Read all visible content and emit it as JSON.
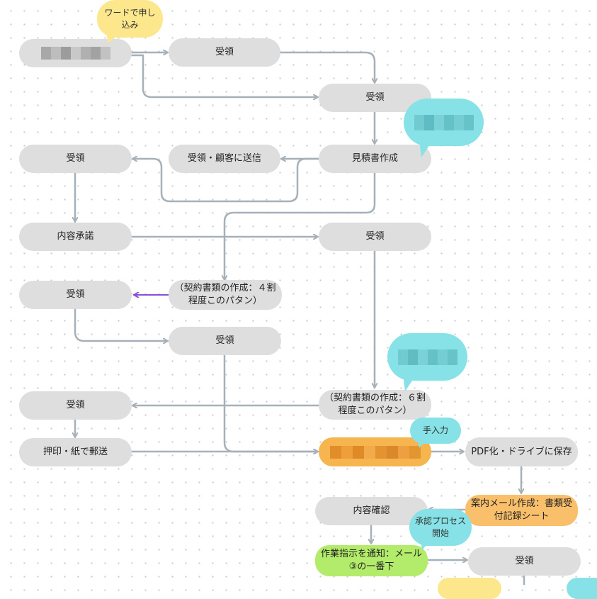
{
  "colors": {
    "node_gray": "#dedede",
    "node_orange": "#f6b54e",
    "node_lightorange": "#f9bf6a",
    "node_green": "#b3ec6a",
    "bubble_yellow": "#fde78c",
    "bubble_cyan": "#86e2e6",
    "edge": "#a6b0b8",
    "edge_purple": "#8a4fd6"
  },
  "nodes": {
    "start": "",
    "receive_1": "受領",
    "receive_2": "受領",
    "estimate": "見積書作成",
    "receive_send": "受領・顧客に送信",
    "receive_left": "受領",
    "content_approval": "内容承諾",
    "receive_mid": "受領",
    "contract40_line1": "（契約書類の作成：４割",
    "contract40_line2": "程度このパタン）",
    "receive_left2": "受領",
    "receive_center": "受領",
    "contract60_line1": "（契約書類の作成：６割",
    "contract60_line2": "程度このパタン）",
    "receive_left3": "受領",
    "seal_mail": "押印・紙で郵送",
    "orange_task": "",
    "pdf_save": "PDF化・ドライブに保存",
    "notice_line1": "案内メール作成：書類受",
    "notice_line2": "付記録シート",
    "content_check": "内容確認",
    "work_line1": "作業指示を通知：メール",
    "work_line2": "③の一番下",
    "receive_last": "受領"
  },
  "bubbles": {
    "word_line1": "ワードで申し",
    "word_line2": "込み",
    "manual_input": "手入力",
    "approval_line1": "承認プロセス",
    "approval_line2": "開始"
  }
}
